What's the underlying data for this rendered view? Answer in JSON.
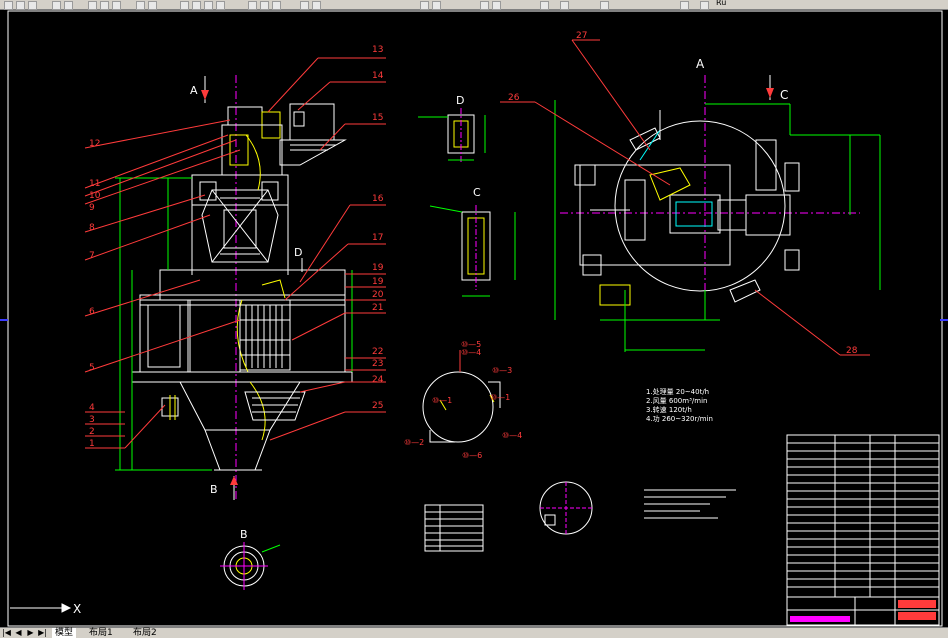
{
  "toolbar": {
    "right_label": "Ru"
  },
  "drawing": {
    "section_labels": {
      "A_main": "A",
      "B_main": "B",
      "D_main": "D",
      "D_view": "D",
      "C_view": "C",
      "A_plan": "A",
      "C_plan": "C",
      "B_detail": "B"
    },
    "callouts_left": [
      "12",
      "11",
      "10",
      "9",
      "8",
      "7",
      "6",
      "5",
      "4",
      "3",
      "2",
      "1"
    ],
    "callouts_right": [
      "13",
      "14",
      "15",
      "16",
      "17",
      "19",
      "19",
      "20",
      "21",
      "22",
      "23",
      "24",
      "25"
    ],
    "callouts_plan": [
      "27",
      "26",
      "28"
    ],
    "valve_labels": [
      "⑩—5",
      "⑩—4",
      "⑩—3",
      "⑩—1",
      "⑩—1",
      "⑩—4",
      "⑩—2",
      "⑩—6"
    ],
    "tech_specs": [
      "1.处理量  20~40t/h",
      "2.风量    600m³/min",
      "3.转速  120t/h",
      "4.功    260~320r/min"
    ],
    "axis_label": "X"
  },
  "tabs": {
    "nav": [
      "|◀",
      "◀",
      "▶",
      "▶|"
    ],
    "items": [
      "模型",
      "布局1",
      "布局2"
    ]
  },
  "colors": {
    "background": "#000000",
    "white_lines": "#ffffff",
    "red_lines": "#ff3b3b",
    "yellow_lines": "#ffff00",
    "green_lines": "#00ff00",
    "magenta_lines": "#ff00ff",
    "cyan_lines": "#00ffff",
    "ucs_blue": "#3b3bff"
  }
}
